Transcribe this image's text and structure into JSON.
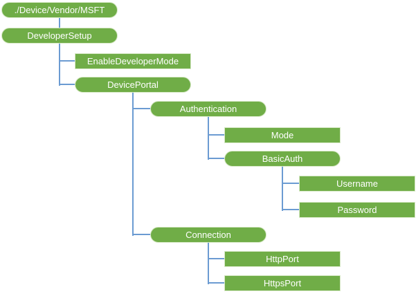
{
  "diagram": {
    "type": "tree",
    "nodes": [
      {
        "label": "./Device/Vendor/MSFT",
        "shape": "rounded",
        "indent_level": 0
      },
      {
        "label": "DeveloperSetup",
        "shape": "rounded",
        "indent_level": 0
      },
      {
        "label": "EnableDeveloperMode",
        "shape": "rectangle",
        "indent_level": 1
      },
      {
        "label": "DevicePortal",
        "shape": "rounded",
        "indent_level": 1
      },
      {
        "label": "Authentication",
        "shape": "rounded",
        "indent_level": 2
      },
      {
        "label": "Mode",
        "shape": "rectangle",
        "indent_level": 3
      },
      {
        "label": "BasicAuth",
        "shape": "rounded",
        "indent_level": 3
      },
      {
        "label": "Username",
        "shape": "rectangle",
        "indent_level": 4
      },
      {
        "label": "Password",
        "shape": "rectangle",
        "indent_level": 4
      },
      {
        "label": "Connection",
        "shape": "rounded",
        "indent_level": 2
      },
      {
        "label": "HttpPort",
        "shape": "rectangle",
        "indent_level": 3
      },
      {
        "label": "HttpsPort",
        "shape": "rectangle",
        "indent_level": 3
      }
    ],
    "colors": {
      "node_fill": "#70AD47",
      "node_border": "#D6E8C5",
      "node_text": "#FFFFFF",
      "connector": "#6B9BD2",
      "canvas_bg": "#FFFFFF"
    }
  }
}
